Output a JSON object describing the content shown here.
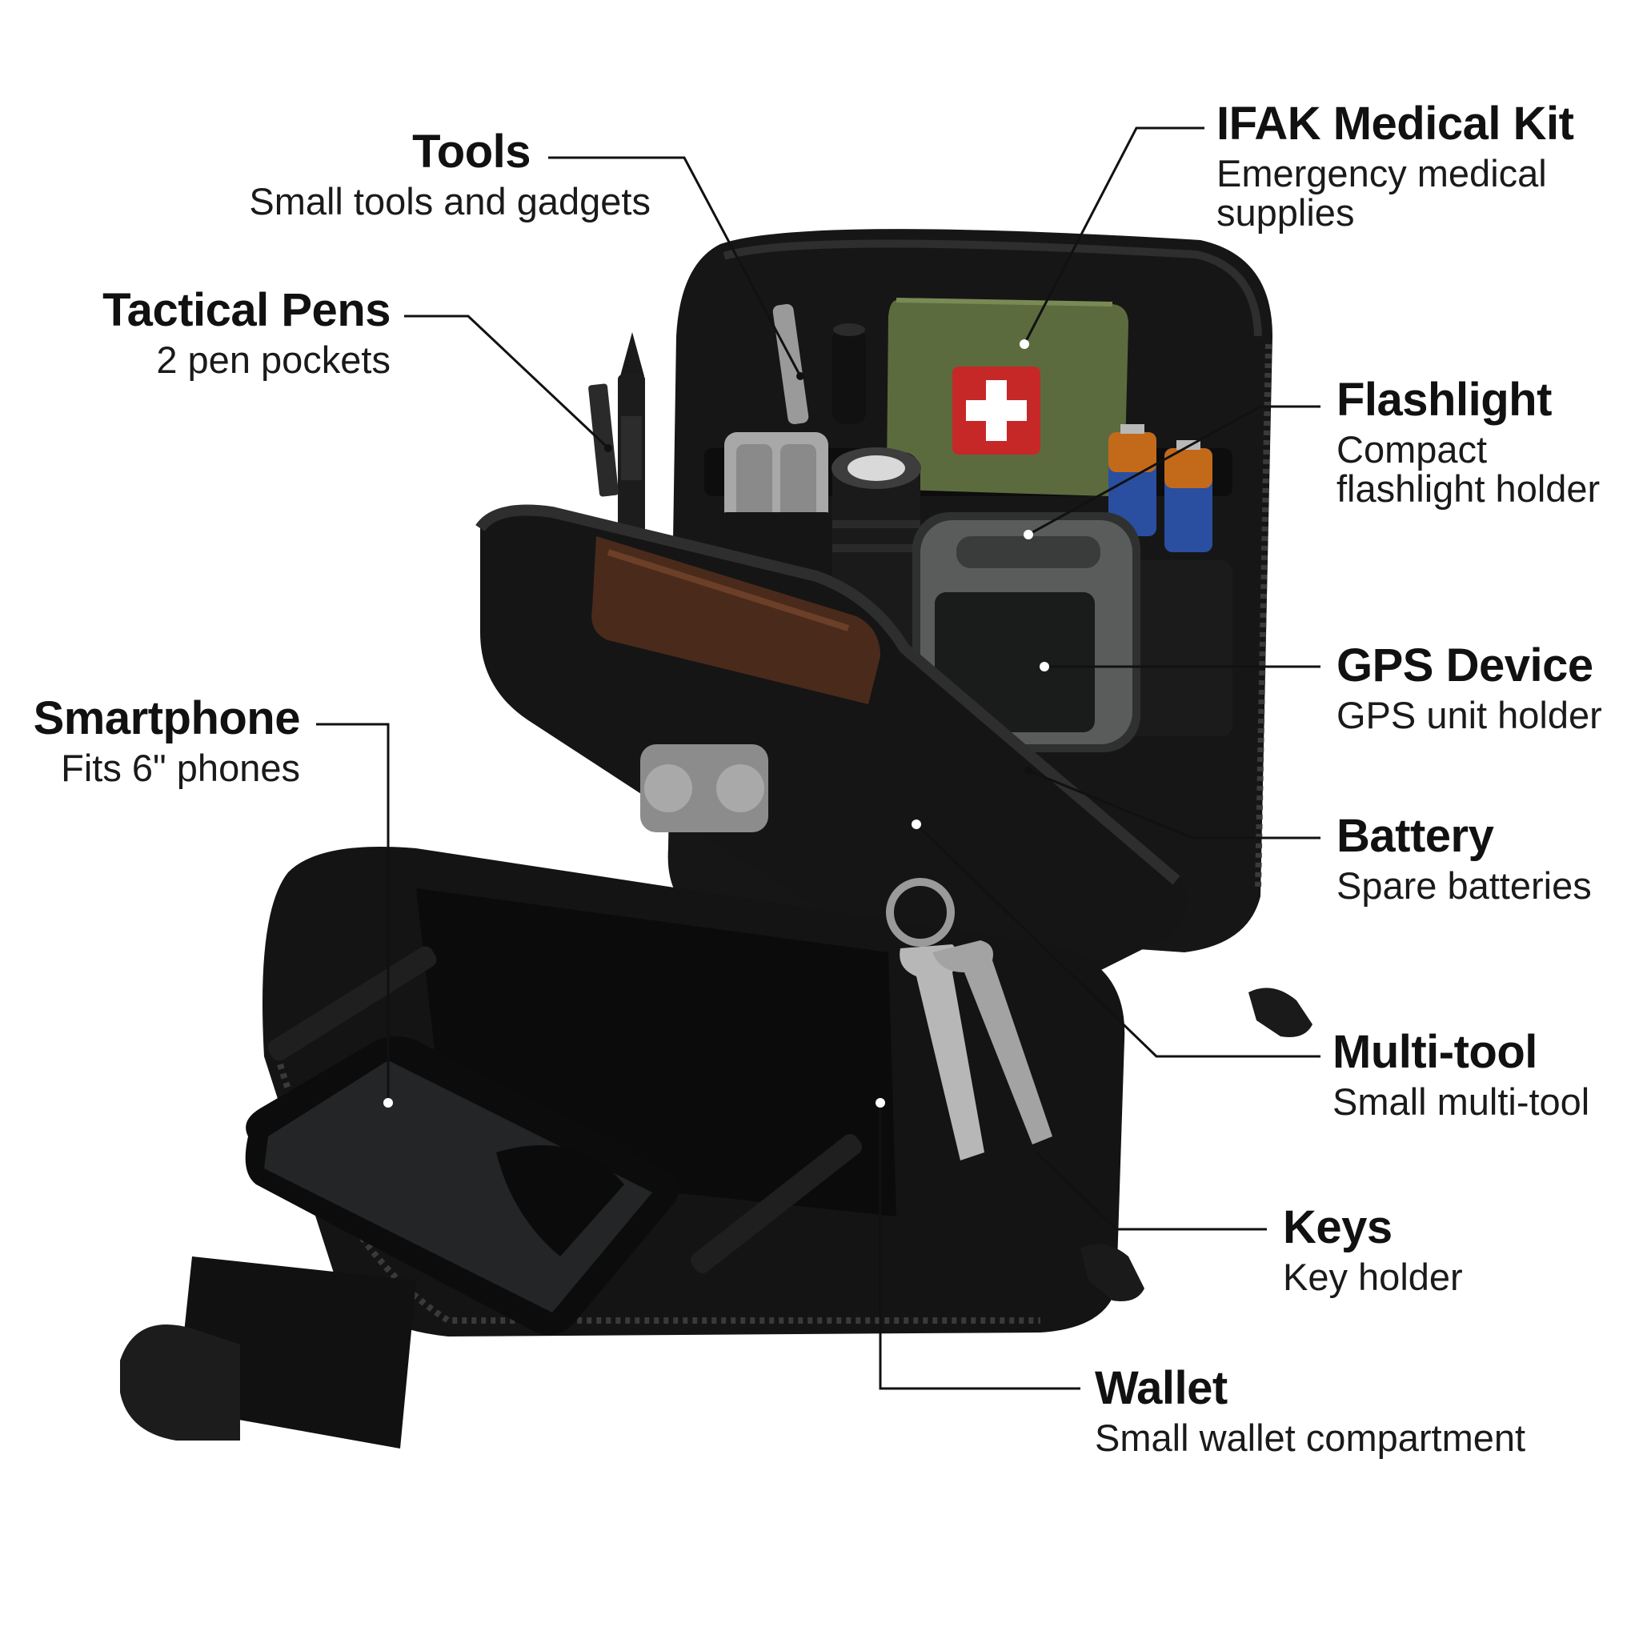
{
  "callouts": {
    "tools": {
      "title": "Tools",
      "desc": "Small tools and gadgets"
    },
    "tactical_pens": {
      "title": "Tactical Pens",
      "desc": "2 pen pockets"
    },
    "smartphone": {
      "title": "Smartphone",
      "desc": "Fits 6\" phones"
    },
    "ifak": {
      "title": "IFAK Medical Kit",
      "desc": "Emergency medical\nsupplies"
    },
    "flashlight": {
      "title": "Flashlight",
      "desc": "Compact\nflashlight holder"
    },
    "gps": {
      "title": "GPS Device",
      "desc": "GPS unit holder"
    },
    "battery": {
      "title": "Battery",
      "desc": "Spare batteries"
    },
    "multitool": {
      "title": "Multi-tool",
      "desc": "Small multi-tool"
    },
    "keys": {
      "title": "Keys",
      "desc": "Key holder"
    },
    "wallet": {
      "title": "Wallet",
      "desc": "Small wallet compartment"
    }
  },
  "colors": {
    "pouch": "#141414",
    "leader": "#111111",
    "ifak_green": "#5c6b3e",
    "cross_red": "#c62828"
  }
}
